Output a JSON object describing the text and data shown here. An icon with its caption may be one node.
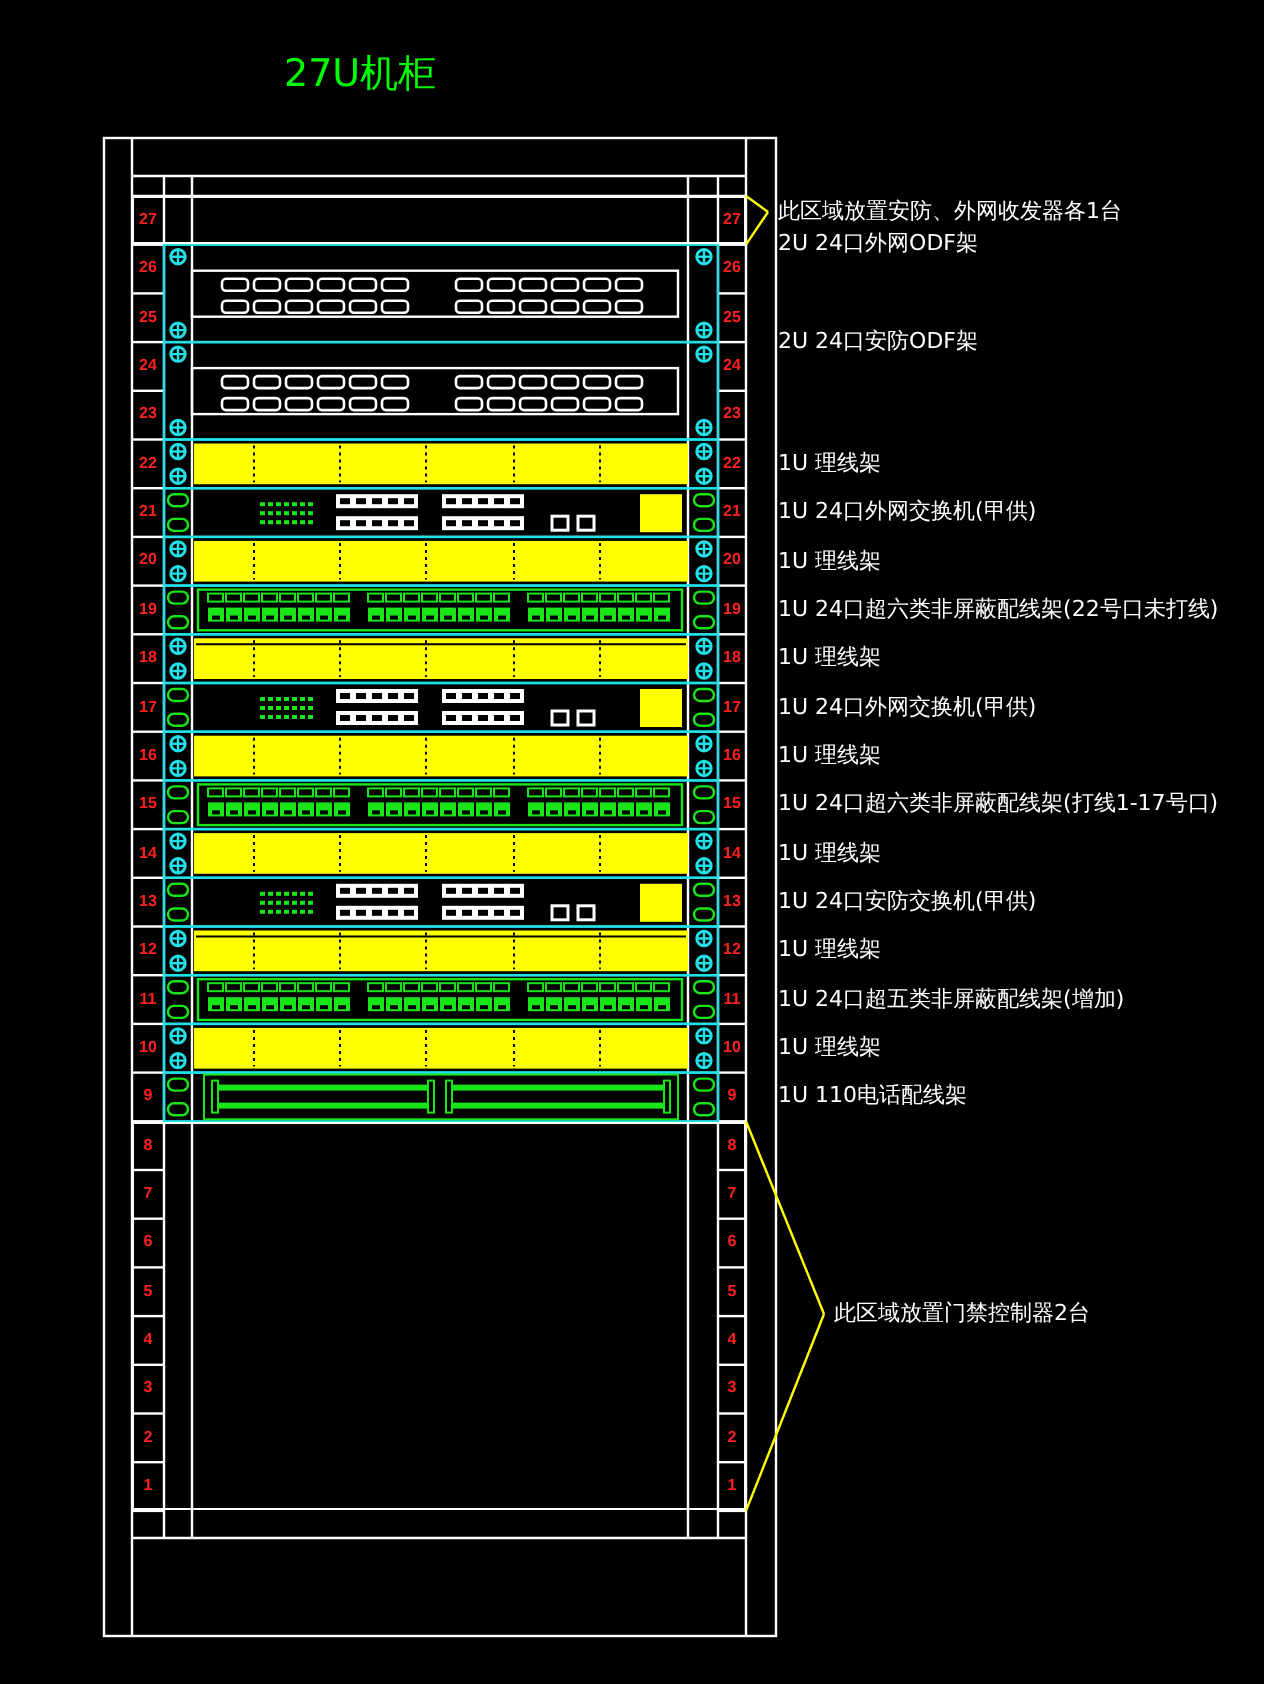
{
  "diagram": {
    "title": "27U机柜",
    "nodes": [
      {
        "text": [
          "此区域放置安防、外网收发器各1台"
        ]
      },
      {
        "text": [],
        "shape": "box"
      },
      {
        "text": [
          "此区域放置门禁控制器2台"
        ]
      },
      {
        "text": [],
        "shape": "box"
      }
    ],
    "edges": [
      {
        "from": 0,
        "to": 1,
        "arrow": "none"
      },
      {
        "from": 2,
        "to": 3,
        "arrow": "none"
      }
    ],
    "labels": [
      "27",
      "27",
      "26",
      "26",
      "25",
      "25",
      "24",
      "24",
      "23",
      "23",
      "22",
      "22",
      "21",
      "21",
      "20",
      "20",
      "19",
      "19",
      "18",
      "18",
      "17",
      "17",
      "16",
      "16",
      "15",
      "15",
      "14",
      "14",
      "13",
      "13",
      "12",
      "12",
      "11",
      "11",
      "10",
      "10",
      "9",
      "9",
      "8",
      "8",
      "7",
      "7",
      "6",
      "6",
      "5",
      "5",
      "4",
      "4",
      "3",
      "3",
      "2",
      "2",
      "1",
      "1",
      "2U 24口外网ODF架",
      "2U 24口安防ODF架",
      "1U 理线架",
      "1U 24口外网交换机(甲供)",
      "1U 理线架",
      "1U 24口超六类非屏蔽配线架(22号口未打线)",
      "1U 理线架",
      "1U 24口外网交换机(甲供)",
      "1U 理线架",
      "1U 24口超六类非屏蔽配线架(打线1-17号口)",
      "1U 理线架",
      "1U 24口安防交换机(甲供)",
      "1U 理线架",
      "1U 24口超五类非屏蔽配线架(增加)",
      "1U 理线架",
      "1U 110电话配线架"
    ]
  }
}
